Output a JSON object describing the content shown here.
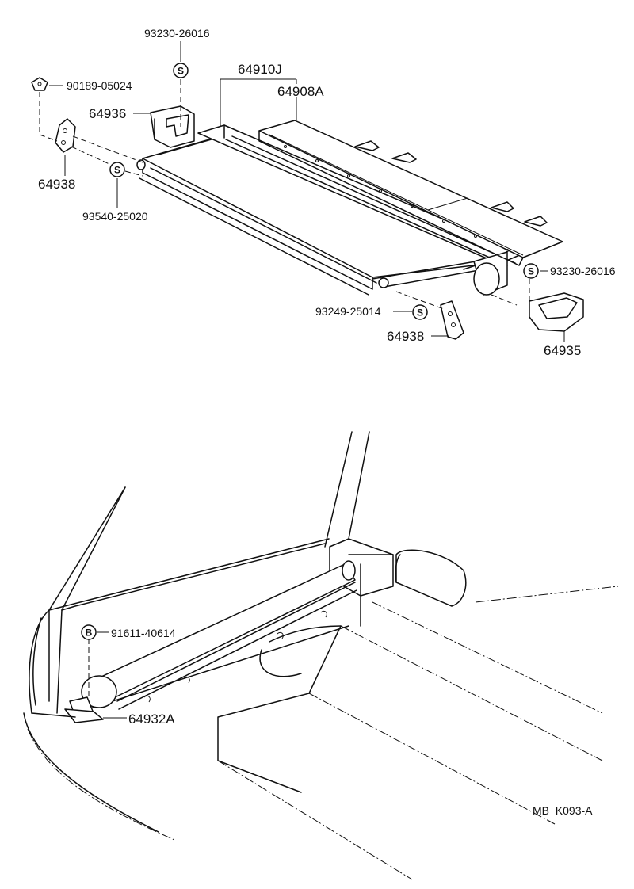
{
  "symbols": {
    "s": "S",
    "b": "B"
  },
  "labels": {
    "p_93230_top": "93230-26016",
    "p_90189": "90189-05024",
    "p_64910J": "64910J",
    "p_64908A": "64908A",
    "p_64936": "64936",
    "p_64938_left": "64938",
    "p_93540": "93540-25020",
    "p_93230_right": "93230-26016",
    "p_93249": "93249-25014",
    "p_64938_right": "64938",
    "p_64935": "64935",
    "p_91611": "91611-40614",
    "p_64932A": "64932A"
  },
  "footer": {
    "code": "MB  K093-A"
  }
}
